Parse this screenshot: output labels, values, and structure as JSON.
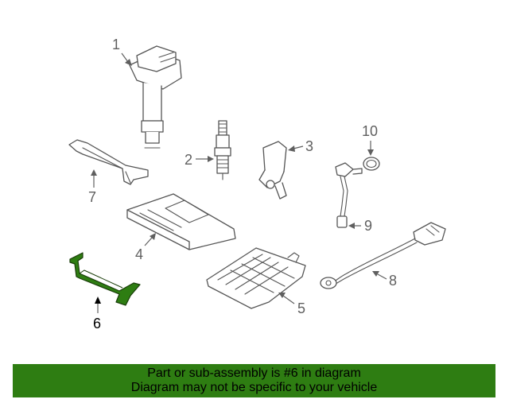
{
  "diagram": {
    "callouts": {
      "p1": "1",
      "p2": "2",
      "p3": "3",
      "p4": "4",
      "p5": "5",
      "p6": "6",
      "p7": "7",
      "p8": "8",
      "p9": "9",
      "p10": "10"
    },
    "highlighted_part": "6",
    "highlight_color": "#2e7d12"
  },
  "footer": {
    "line1": "Part or sub-assembly is #6 in diagram",
    "line2": "Diagram may not be specific to your vehicle",
    "background_color": "#2e7d12"
  }
}
